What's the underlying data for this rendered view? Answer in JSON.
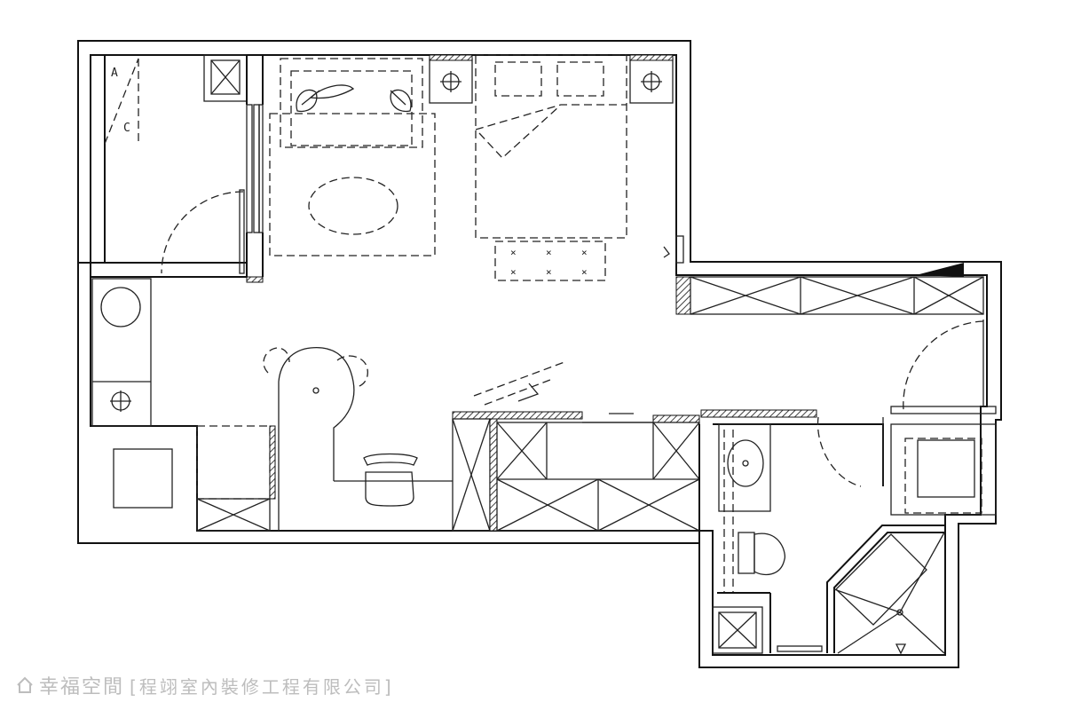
{
  "plan": {
    "labels": {
      "closet_a": "A",
      "closet_c": "C"
    },
    "rug_marks": [
      "×",
      "×",
      "×",
      "×",
      "×",
      "×"
    ]
  },
  "watermark": {
    "logo_text": "幸福空間",
    "company_text": "[程翊室內裝修工程有限公司]",
    "color": "#bdbdbd"
  },
  "colors": {
    "line": "#111111",
    "background": "#ffffff"
  }
}
